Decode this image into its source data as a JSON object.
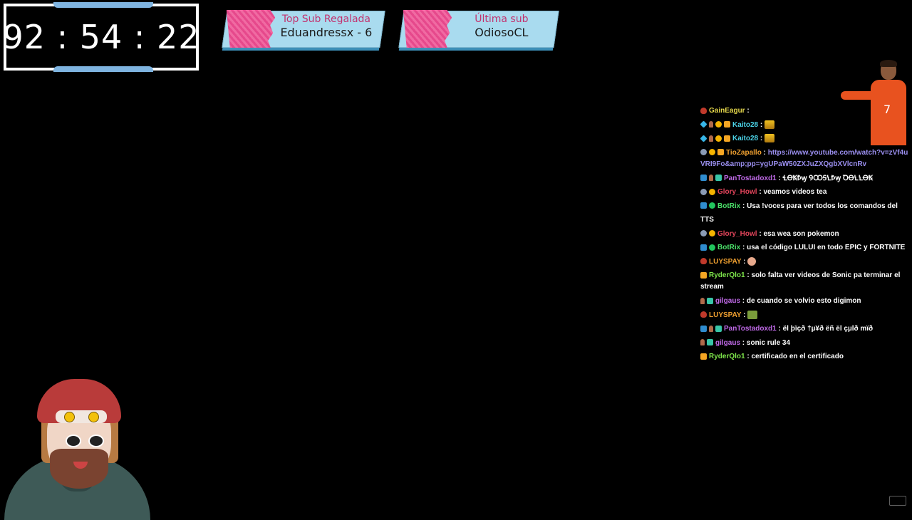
{
  "timer": {
    "value": "92 : 54 : 22"
  },
  "banners": [
    {
      "label": "Top Sub Regalada",
      "value": "Eduandressx - 6"
    },
    {
      "label": "Última sub",
      "value": "OdiosoCL"
    }
  ],
  "colors": {
    "banner_bg": "#a9dbef",
    "banner_pink": "#e6498c",
    "timer_accent": "#7fb4e0"
  },
  "chat": {
    "messages": [
      {
        "badges": [
          "shield"
        ],
        "user": "GainEagur",
        "color": "#e6d84b",
        "sep": " :",
        "text": ""
      },
      {
        "badges": [
          "gem",
          "person",
          "coin",
          "crown"
        ],
        "user": "Kaito28",
        "color": "#4bd2e6",
        "sep": " : ",
        "text": "",
        "emote": "gold"
      },
      {
        "badges": [
          "gem",
          "person",
          "coin",
          "crown"
        ],
        "user": "Kaito28",
        "color": "#4bd2e6",
        "sep": " : ",
        "text": "",
        "emote": "gold"
      },
      {
        "badges": [
          "grey",
          "coin",
          "crown"
        ],
        "user": "TioZapallo",
        "color": "#f0a030",
        "sep": " : ",
        "text": "",
        "link": "https://www.youtube.com/watch?v=zVf4uVRI9Fo&amp;pp=ygUPaW50ZXJuZXQgbXVlcnRv",
        "tall": true
      },
      {
        "badges": [
          "blue",
          "person",
          "teal"
        ],
        "user": "PanTostadoxd1",
        "color": "#c06ae8",
        "sep": " : ",
        "text": "ꞭꝊꝄꝤꝡ ꝮꝎꞨꝆꝤꝡ ꝹꝊꝆꝆꝊꝄ"
      },
      {
        "badges": [
          "grey",
          "coin"
        ],
        "user": "Glory_Howl",
        "color": "#e0445a",
        "sep": " : ",
        "text": "veamos videos tea"
      },
      {
        "badges": [
          "blue",
          "check"
        ],
        "user": "BotRix",
        "color": "#4be06a",
        "sep": " : ",
        "text": "Usa !voces para ver todos los comandos del TTS"
      },
      {
        "badges": [
          "grey",
          "coin"
        ],
        "user": "Glory_Howl",
        "color": "#e0445a",
        "sep": " : ",
        "text": "esa wea son pokemon"
      },
      {
        "badges": [
          "blue",
          "check"
        ],
        "user": "BotRix",
        "color": "#4be06a",
        "sep": " : ",
        "text": "usa el código LULUI en todo EPIC y FORTNITE"
      },
      {
        "badges": [
          "shield"
        ],
        "user": "LUYSPAY",
        "color": "#f0a030",
        "sep": " : ",
        "text": "",
        "emote": "face"
      },
      {
        "badges": [
          "crown"
        ],
        "user": "RyderQlo1",
        "color": "#7ee64b",
        "sep": " : ",
        "text": "solo falta ver videos de Sonic pa terminar el stream",
        "tall": true
      },
      {
        "badges": [
          "person",
          "teal"
        ],
        "user": "gilgaus",
        "color": "#c06ae8",
        "sep": " : ",
        "text": "de cuando se volvio esto digimon"
      },
      {
        "badges": [
          "shield"
        ],
        "user": "LUYSPAY",
        "color": "#f0a030",
        "sep": " : ",
        "text": "",
        "emote": "green"
      },
      {
        "badges": [
          "blue",
          "person",
          "teal"
        ],
        "user": "PanTostadoxd1",
        "color": "#c06ae8",
        "sep": " : ",
        "text": "ël þïçð †µ¥ð ëñ ël çµlð mïð"
      },
      {
        "badges": [
          "person",
          "teal"
        ],
        "user": "gilgaus",
        "color": "#c06ae8",
        "sep": " : ",
        "text": "sonic rule 34"
      },
      {
        "badges": [
          "crown"
        ],
        "user": "RyderQlo1",
        "color": "#7ee64b",
        "sep": " : ",
        "text": "certificado en el certificado"
      }
    ]
  },
  "webcam": {
    "jersey_number": "7"
  }
}
